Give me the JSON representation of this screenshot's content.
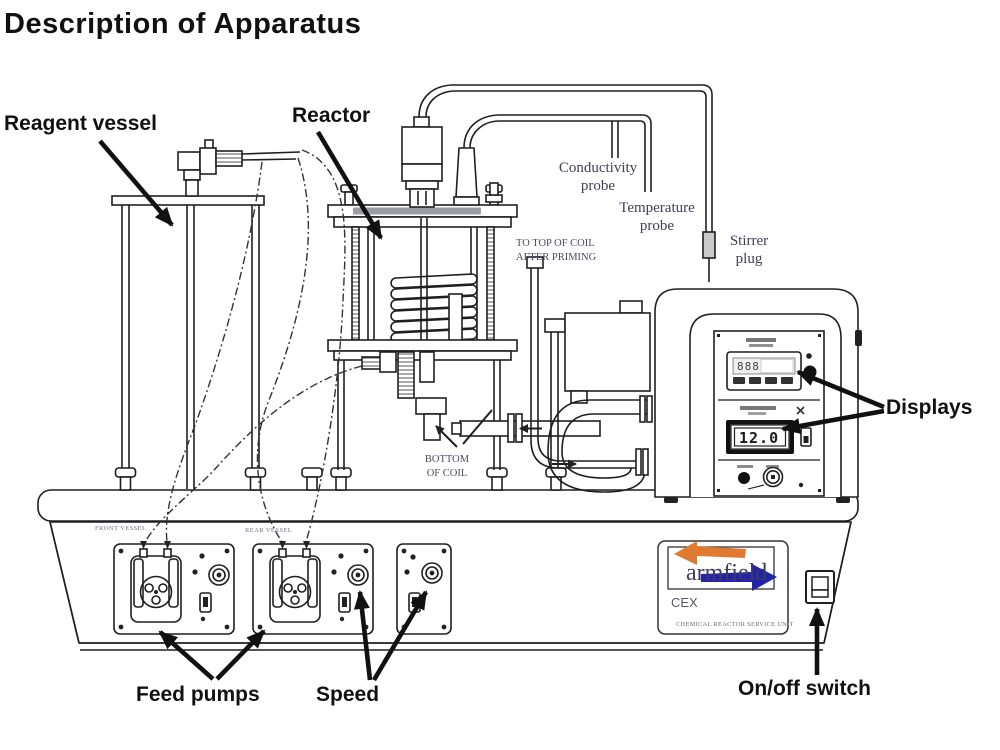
{
  "title": "Description of Apparatus",
  "callouts": {
    "reagent_vessel": "Reagent vessel",
    "reactor": "Reactor",
    "feed_pumps": "Feed pumps",
    "speed": "Speed",
    "displays": "Displays",
    "on_off_switch": "On/off switch"
  },
  "probe_labels": {
    "conductivity_probe": "Conductivity probe",
    "temperature_probe": "Temperature probe",
    "stirrer_plug": "Stirrer plug"
  },
  "flow_notes": {
    "to_top_of_coil": "TO TOP OF COIL AFTER PRIMING",
    "bottom_of_coil": "BOTTOM OF COIL"
  },
  "panel_labels": {
    "front_vessel": "FRONT VESSEL",
    "rear_vessel": "REAR VESSEL"
  },
  "console": {
    "temperature_display_value": "888",
    "conductivity_display_value": "12.0"
  },
  "branding": {
    "logo_text": "armfield",
    "model": "CEX",
    "subtitle": "CHEMICAL REACTOR SERVICE UNIT",
    "accent_orange": "#e07a30",
    "accent_blue": "#2323aa"
  }
}
